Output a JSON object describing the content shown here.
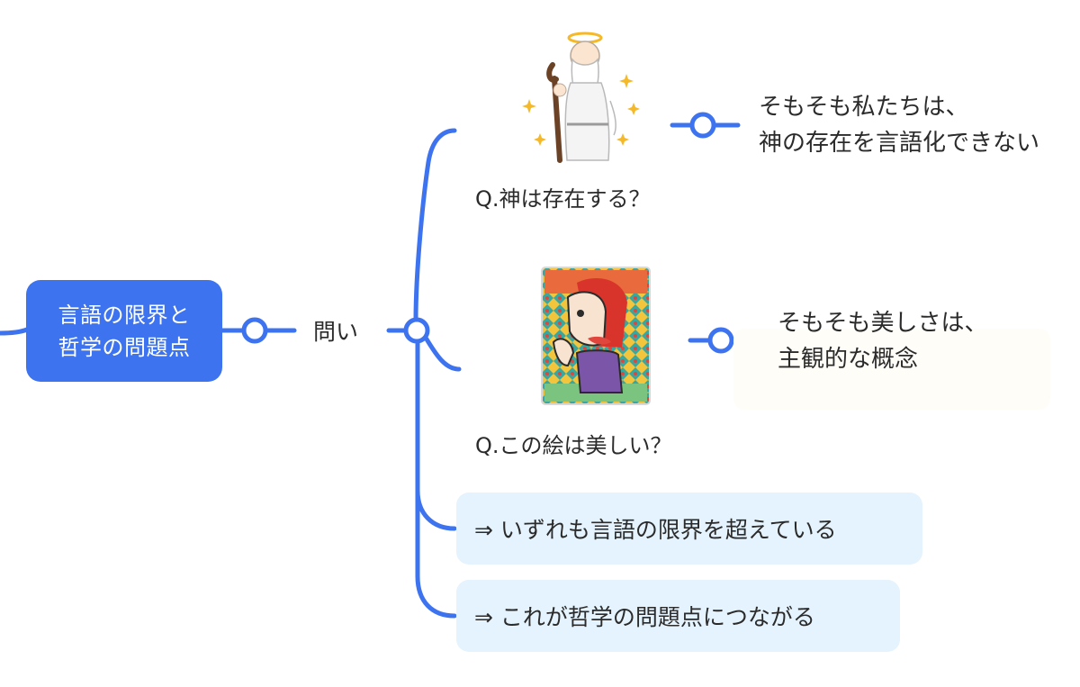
{
  "root": {
    "line1": "言語の限界と",
    "line2": "哲学の問題点"
  },
  "branch_label": "問い",
  "question1": {
    "label": "Q.神は存在する？",
    "image": "god-illustration",
    "answer_line1": "そもそも私たちは、",
    "answer_line2": "神の存在を言語化できない"
  },
  "question2": {
    "label": "Q.この絵は美しい？",
    "image": "cubist-painting",
    "answer_line1": "そもそも美しさは、",
    "answer_line2": "主観的な概念"
  },
  "conclusion1": "⇒ いずれも言語の限界を超えている",
  "conclusion2": "⇒ これが哲学の問題点につながる",
  "colors": {
    "accent": "#3e73ef",
    "conclusion_bg": "#e4f3fd",
    "text": "#2b2b2b"
  }
}
